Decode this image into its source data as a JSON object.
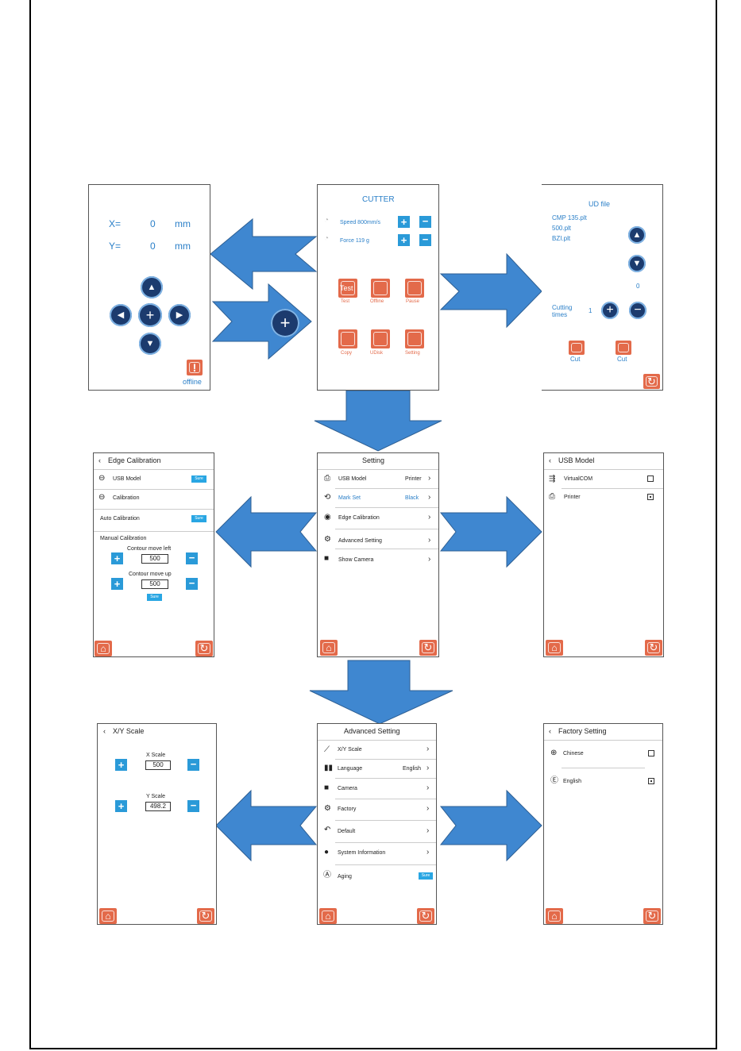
{
  "colors": {
    "accent": "#2a7fc8",
    "orange": "#e36a4a",
    "arrow": "#3f87d0"
  },
  "move_panel": {
    "x_label": "X=",
    "x_value": "0",
    "x_unit": "mm",
    "y_label": "Y=",
    "y_value": "0",
    "y_unit": "mm",
    "offline_label": "offline"
  },
  "cutter_panel": {
    "title": "CUTTER",
    "speed_label": "Speed 800mm/s",
    "force_label": "Force 119 g",
    "buttons": [
      {
        "icon": "Test",
        "label": "Test"
      },
      {
        "label": "Offline"
      },
      {
        "label": "Pause"
      },
      {
        "label": "Copy"
      },
      {
        "label": "UDisk"
      },
      {
        "label": "Setting"
      }
    ]
  },
  "udfile_panel": {
    "title": "UD file",
    "files": [
      "CMP 135.plt",
      "500.plt",
      "BZI.plt"
    ],
    "count": "0",
    "cutting_times_label": "Cutting times",
    "cutting_times_value": "1",
    "cut_label_1": "Cut",
    "cut_label_2": "Cut"
  },
  "edge_panel": {
    "title": "Edge Calibration",
    "usb_model": "USB Model",
    "calibration": "Calibration",
    "auto_calibration": "Auto Calibration",
    "sure": "Sure",
    "manual_calibration": "Manual Calibration",
    "contour_left": "Contour move left",
    "left_value": "500",
    "contour_up": "Contour move up",
    "up_value": "500"
  },
  "setting_panel": {
    "title": "Setting",
    "items": [
      {
        "label": "USB Model",
        "value": "Printer"
      },
      {
        "label": "Mark Set",
        "value": "Black"
      },
      {
        "label": "Edge Calibration",
        "value": ""
      },
      {
        "label": "Advanced Setting",
        "value": ""
      },
      {
        "label": "Show Camera",
        "value": ""
      }
    ]
  },
  "usb_panel": {
    "title": "USB Model",
    "items": [
      "VirtualCOM",
      "Printer"
    ]
  },
  "xy_panel": {
    "title": "X/Y Scale",
    "x_scale_label": "X Scale",
    "x_scale_value": "500",
    "y_scale_label": "Y Scale",
    "y_scale_value": "498.2"
  },
  "advanced_panel": {
    "title": "Advanced Setting",
    "items": [
      {
        "label": "X/Y Scale",
        "value": ""
      },
      {
        "label": "Language",
        "value": "English"
      },
      {
        "label": "Camera",
        "value": ""
      },
      {
        "label": "Factory",
        "value": ""
      },
      {
        "label": "Default",
        "value": ""
      },
      {
        "label": "System Information",
        "value": ""
      },
      {
        "label": "Aging",
        "value": ""
      }
    ],
    "aging_button": "Sure"
  },
  "factory_panel": {
    "title": "Factory Setting",
    "items": [
      "Chinese",
      "English"
    ]
  }
}
